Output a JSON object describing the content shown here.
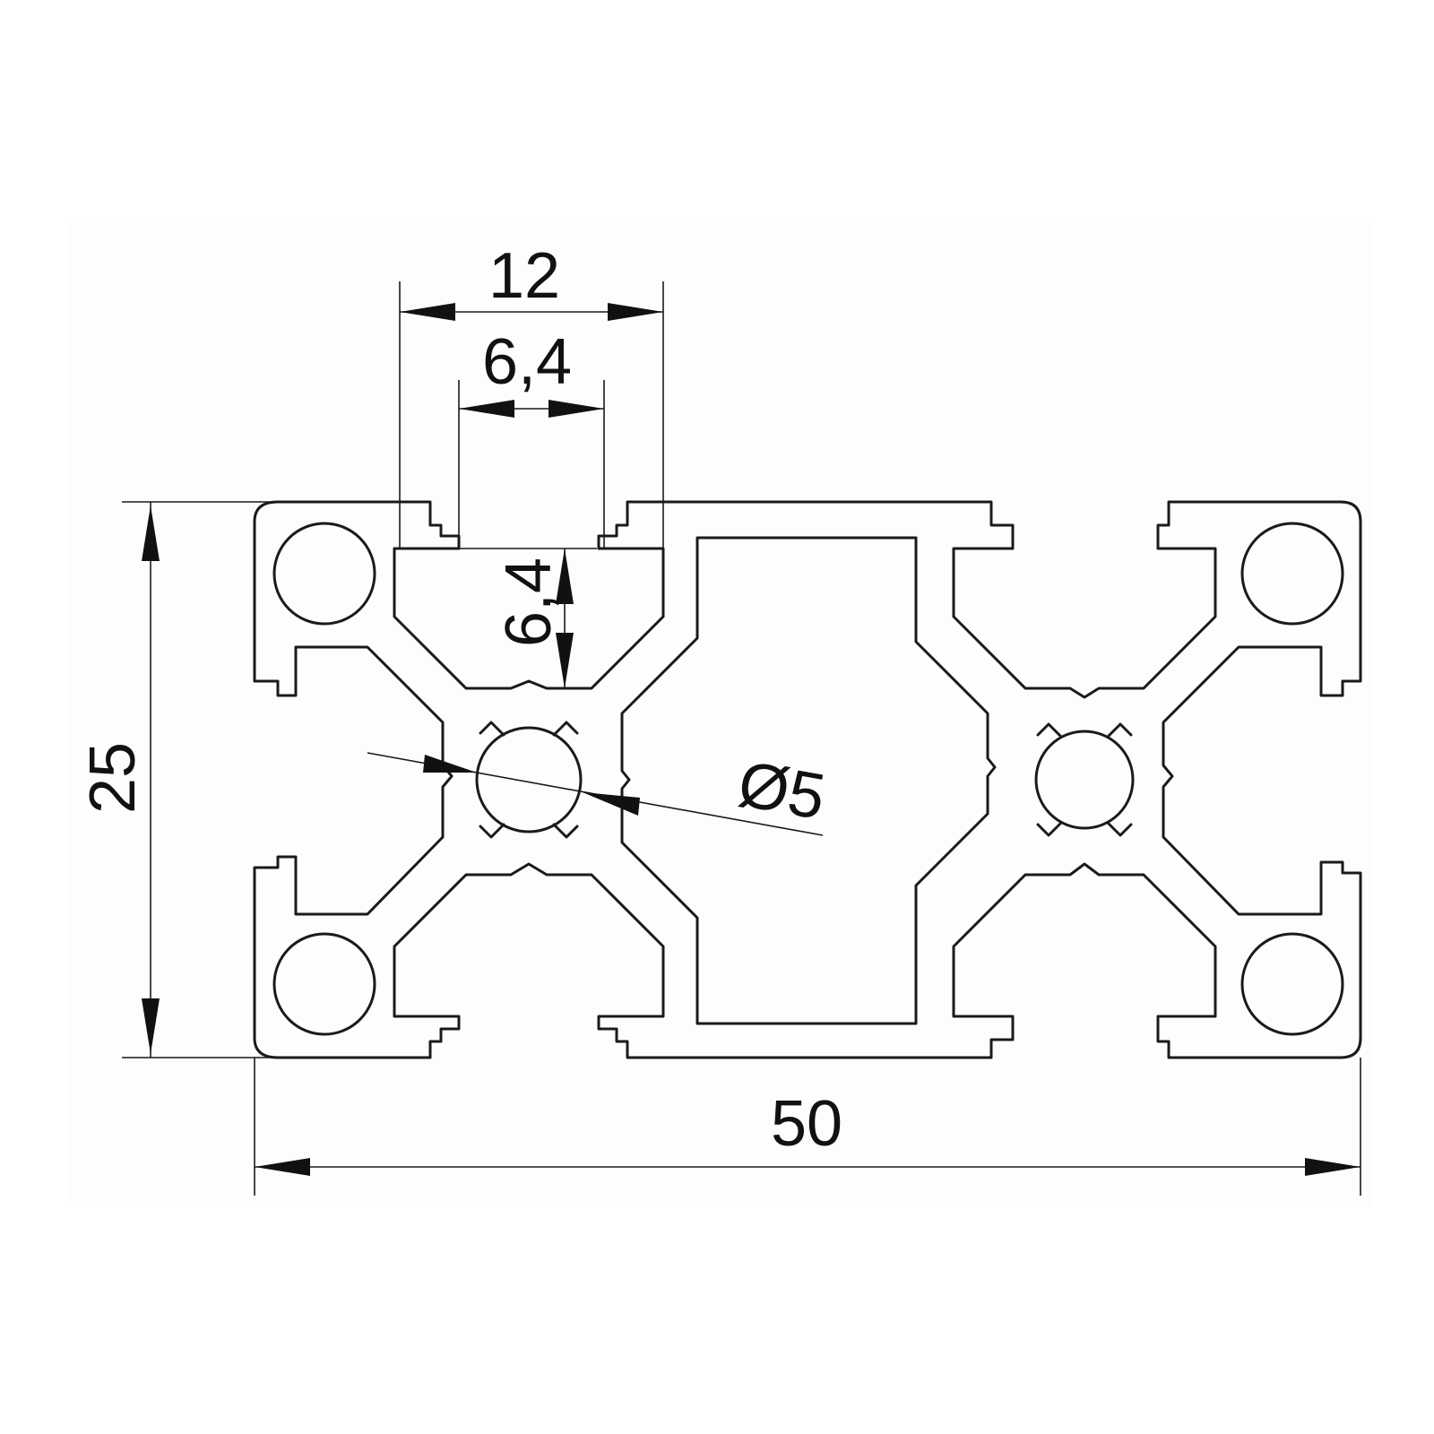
{
  "drawing": {
    "dimensions": {
      "slot_width": "12",
      "slot_opening": "6,4",
      "slot_depth": "6,4",
      "center_bore": "Ø5",
      "height": "25",
      "width": "50"
    }
  }
}
